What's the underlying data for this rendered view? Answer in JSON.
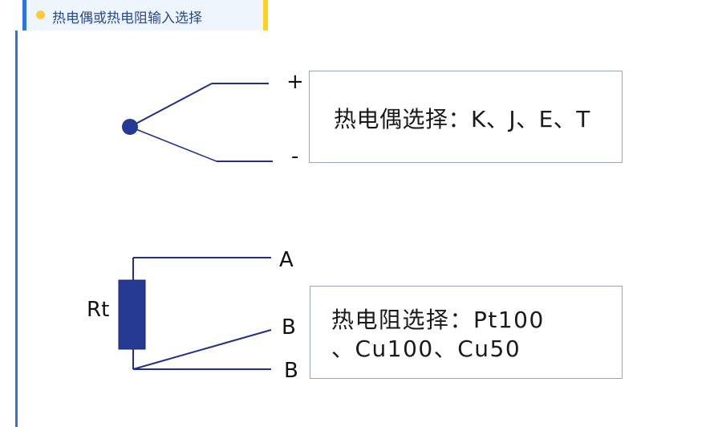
{
  "header": {
    "title": "热电偶或热电阻输入选择",
    "accent_color": "#2f73e0",
    "marker_color": "#ffd21f"
  },
  "thermocouple": {
    "plus_label": "+",
    "minus_label": "-",
    "box_text": "热电偶选择：K、J、E、T"
  },
  "rtd": {
    "element_label": "Rt",
    "pin_a": "A",
    "pin_b1": "B",
    "pin_b2": "B",
    "box_line1": "热电阻选择：Pt100",
    "box_line2": "、Cu100、Cu50"
  },
  "colors": {
    "wire": "#1f2f8a",
    "element_fill": "#263a94",
    "box_border": "#9aa6b8"
  }
}
